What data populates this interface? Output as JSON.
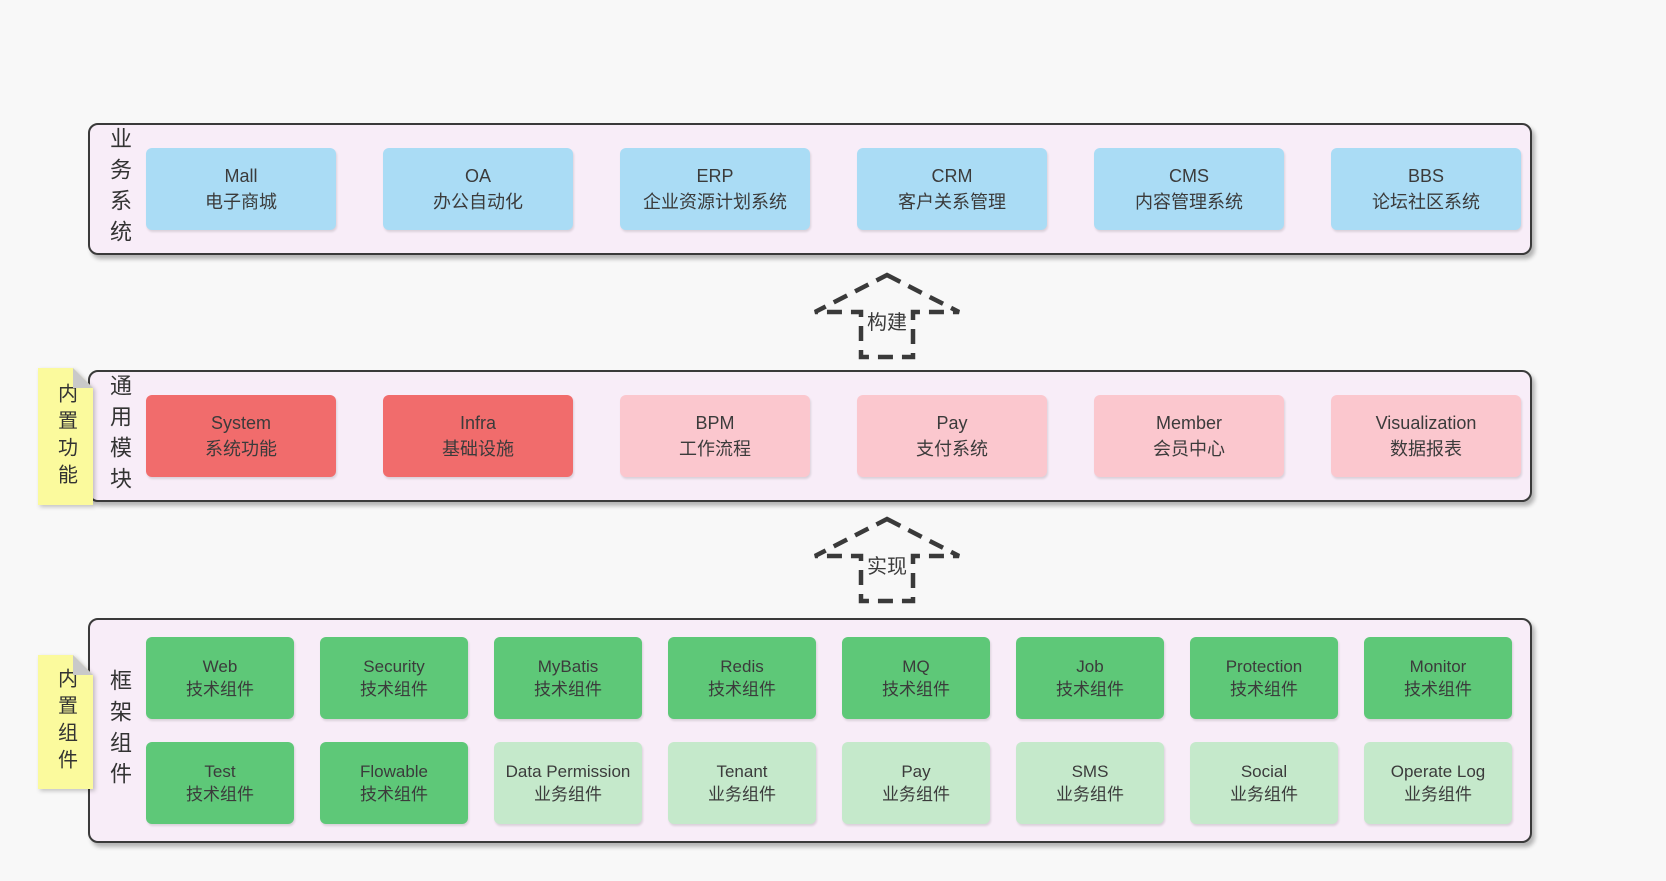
{
  "colors": {
    "page_bg": "#f8f8f8",
    "band_bg": "#f8edf8",
    "border": "#3a3a3a",
    "blue": "#aadcf5",
    "red": "#f16c6c",
    "pink": "#fbc7ce",
    "green_dark": "#5ec878",
    "green_light": "#c5e9cb",
    "sticky_yellow": "#fbfa9d",
    "text": "#3b3b3b"
  },
  "arrows": {
    "build": "构建",
    "implement": "实现"
  },
  "bands": {
    "business": {
      "label": "业务系统",
      "boxes": [
        {
          "title": "Mall",
          "subtitle": "电子商城"
        },
        {
          "title": "OA",
          "subtitle": "办公自动化"
        },
        {
          "title": "ERP",
          "subtitle": "企业资源计划系统"
        },
        {
          "title": "CRM",
          "subtitle": "客户关系管理"
        },
        {
          "title": "CMS",
          "subtitle": "内容管理系统"
        },
        {
          "title": "BBS",
          "subtitle": "论坛社区系统"
        }
      ]
    },
    "common": {
      "label": "通用模块",
      "sticky": "内置功能",
      "boxes": [
        {
          "title": "System",
          "subtitle": "系统功能"
        },
        {
          "title": "Infra",
          "subtitle": "基础设施"
        },
        {
          "title": "BPM",
          "subtitle": "工作流程"
        },
        {
          "title": "Pay",
          "subtitle": "支付系统"
        },
        {
          "title": "Member",
          "subtitle": "会员中心"
        },
        {
          "title": "Visualization",
          "subtitle": "数据报表"
        }
      ]
    },
    "framework": {
      "label": "框架组件",
      "sticky": "内置组件",
      "row1": [
        {
          "title": "Web",
          "subtitle": "技术组件"
        },
        {
          "title": "Security",
          "subtitle": "技术组件"
        },
        {
          "title": "MyBatis",
          "subtitle": "技术组件"
        },
        {
          "title": "Redis",
          "subtitle": "技术组件"
        },
        {
          "title": "MQ",
          "subtitle": "技术组件"
        },
        {
          "title": "Job",
          "subtitle": "技术组件"
        },
        {
          "title": "Protection",
          "subtitle": "技术组件"
        },
        {
          "title": "Monitor",
          "subtitle": "技术组件"
        }
      ],
      "row2": [
        {
          "title": "Test",
          "subtitle": "技术组件"
        },
        {
          "title": "Flowable",
          "subtitle": "技术组件"
        },
        {
          "title": "Data Permission",
          "subtitle": "业务组件"
        },
        {
          "title": "Tenant",
          "subtitle": "业务组件"
        },
        {
          "title": "Pay",
          "subtitle": "业务组件"
        },
        {
          "title": "SMS",
          "subtitle": "业务组件"
        },
        {
          "title": "Social",
          "subtitle": "业务组件"
        },
        {
          "title": "Operate Log",
          "subtitle": "业务组件"
        }
      ]
    }
  }
}
